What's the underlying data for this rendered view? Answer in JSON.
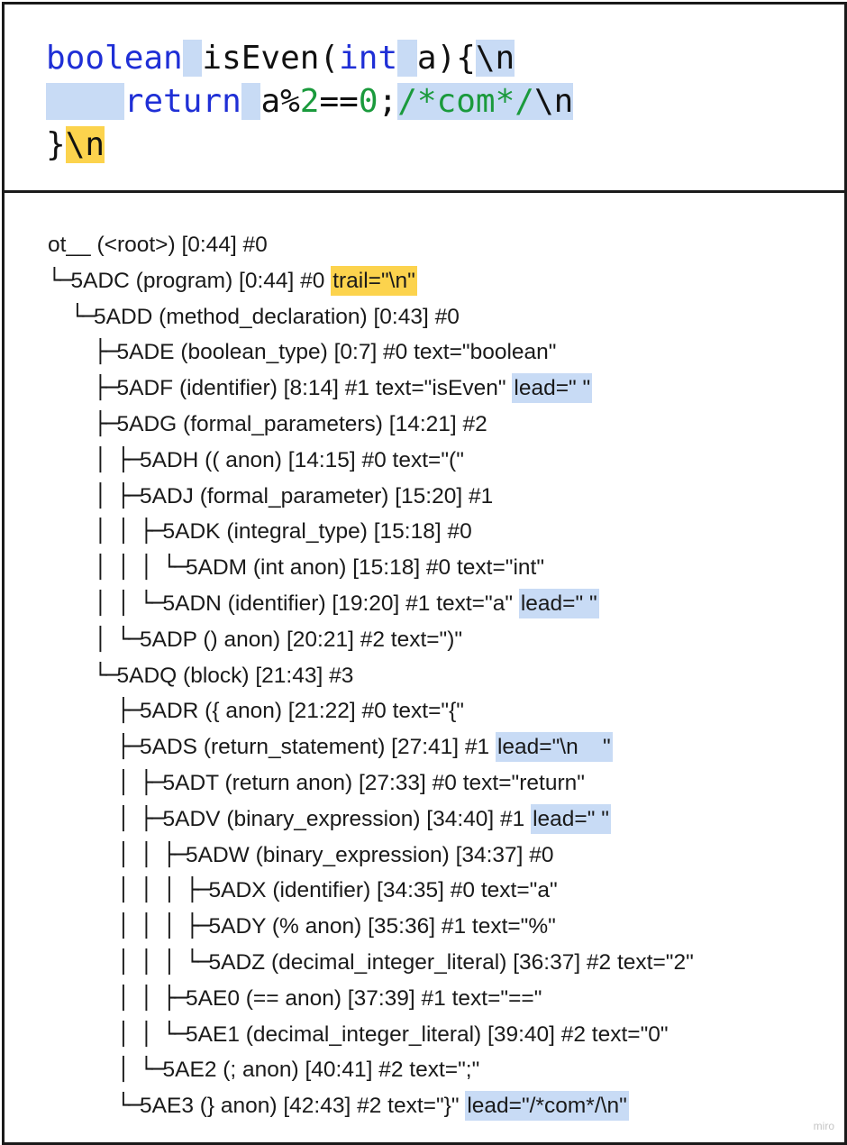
{
  "code_lines": [
    [
      {
        "t": "boolean",
        "c": "kw"
      },
      {
        "t": " ",
        "c": "hl-blue"
      },
      {
        "t": "isEven("
      },
      {
        "t": "int",
        "c": "kw"
      },
      {
        "t": " ",
        "c": "hl-blue"
      },
      {
        "t": "a){"
      },
      {
        "t": "\\n",
        "c": "hl-blue"
      }
    ],
    [
      {
        "t": "    ",
        "c": "hl-blue"
      },
      {
        "t": "return",
        "c": "kw"
      },
      {
        "t": " ",
        "c": "hl-blue"
      },
      {
        "t": "a%"
      },
      {
        "t": "2",
        "c": "num"
      },
      {
        "t": "=="
      },
      {
        "t": "0",
        "c": "num"
      },
      {
        "t": ";"
      },
      {
        "t": "/*com*/",
        "c": "cmt hl-blue"
      },
      {
        "t": "\\n",
        "c": "hl-blue"
      }
    ],
    [
      {
        "t": "}"
      },
      {
        "t": "\\n",
        "c": "hl-yellow"
      }
    ]
  ],
  "tree_rows": [
    {
      "prefix": "",
      "label": "ot__ (<root>) [0:44] #0",
      "extra": "",
      "hl": ""
    },
    {
      "prefix": "└─",
      "label": "5ADC (program) [0:44] #0",
      "extra": "trail=\"\\n\"",
      "hl": "yellow"
    },
    {
      "prefix": "  └─",
      "label": "5ADD (method_declaration) [0:43] #0",
      "extra": "",
      "hl": ""
    },
    {
      "prefix": "    ├─",
      "label": "5ADE (boolean_type) [0:7] #0 text=\"boolean\"",
      "extra": "",
      "hl": ""
    },
    {
      "prefix": "    ├─",
      "label": "5ADF (identifier) [8:14] #1 text=\"isEven\"",
      "extra": "lead=\" \"",
      "hl": "blue"
    },
    {
      "prefix": "    ├─",
      "label": "5ADG (formal_parameters) [14:21] #2",
      "extra": "",
      "hl": ""
    },
    {
      "prefix": "    │ ├─",
      "label": "5ADH (( anon) [14:15] #0 text=\"(\"",
      "extra": "",
      "hl": ""
    },
    {
      "prefix": "    │ ├─",
      "label": "5ADJ (formal_parameter) [15:20] #1",
      "extra": "",
      "hl": ""
    },
    {
      "prefix": "    │ │ ├─",
      "label": "5ADK (integral_type) [15:18] #0",
      "extra": "",
      "hl": ""
    },
    {
      "prefix": "    │ │ │ └─",
      "label": "5ADM (int anon) [15:18] #0 text=\"int\"",
      "extra": "",
      "hl": ""
    },
    {
      "prefix": "    │ │ └─",
      "label": "5ADN (identifier) [19:20] #1 text=\"a\"",
      "extra": "lead=\" \"",
      "hl": "blue"
    },
    {
      "prefix": "    │ └─",
      "label": "5ADP () anon) [20:21] #2 text=\")\"",
      "extra": "",
      "hl": ""
    },
    {
      "prefix": "    └─",
      "label": "5ADQ (block) [21:43] #3",
      "extra": "",
      "hl": ""
    },
    {
      "prefix": "      ├─",
      "label": "5ADR ({ anon) [21:22] #0 text=\"{\"",
      "extra": "",
      "hl": ""
    },
    {
      "prefix": "      ├─",
      "label": "5ADS (return_statement) [27:41] #1",
      "extra": "lead=\"\\n    \"",
      "hl": "blue"
    },
    {
      "prefix": "      │ ├─",
      "label": "5ADT (return anon) [27:33] #0 text=\"return\"",
      "extra": "",
      "hl": ""
    },
    {
      "prefix": "      │ ├─",
      "label": "5ADV (binary_expression) [34:40] #1",
      "extra": "lead=\" \"",
      "hl": "blue"
    },
    {
      "prefix": "      │ │ ├─",
      "label": "5ADW (binary_expression) [34:37] #0",
      "extra": "",
      "hl": ""
    },
    {
      "prefix": "      │ │ │ ├─",
      "label": "5ADX (identifier) [34:35] #0 text=\"a\"",
      "extra": "",
      "hl": ""
    },
    {
      "prefix": "      │ │ │ ├─",
      "label": "5ADY (% anon) [35:36] #1 text=\"%\"",
      "extra": "",
      "hl": ""
    },
    {
      "prefix": "      │ │ │ └─",
      "label": "5ADZ (decimal_integer_literal) [36:37] #2 text=\"2\"",
      "extra": "",
      "hl": ""
    },
    {
      "prefix": "      │ │ ├─",
      "label": "5AE0 (== anon) [37:39] #1 text=\"==\"",
      "extra": "",
      "hl": ""
    },
    {
      "prefix": "      │ │ └─",
      "label": "5AE1 (decimal_integer_literal) [39:40] #2 text=\"0\"",
      "extra": "",
      "hl": ""
    },
    {
      "prefix": "      │ └─",
      "label": "5AE2 (; anon) [40:41] #2 text=\";\"",
      "extra": "",
      "hl": ""
    },
    {
      "prefix": "      └─",
      "label": "5AE3 (} anon) [42:43] #2 text=\"}\"",
      "extra": "lead=\"/*com*/\\n\"",
      "hl": "blue"
    }
  ],
  "watermark": "miro",
  "colors": {
    "keyword": "#1f2fd6",
    "number": "#1a9a3c",
    "comment": "#1a9a3c",
    "highlight_blue": "#c8dbf5",
    "highlight_yellow": "#fcd34d"
  }
}
